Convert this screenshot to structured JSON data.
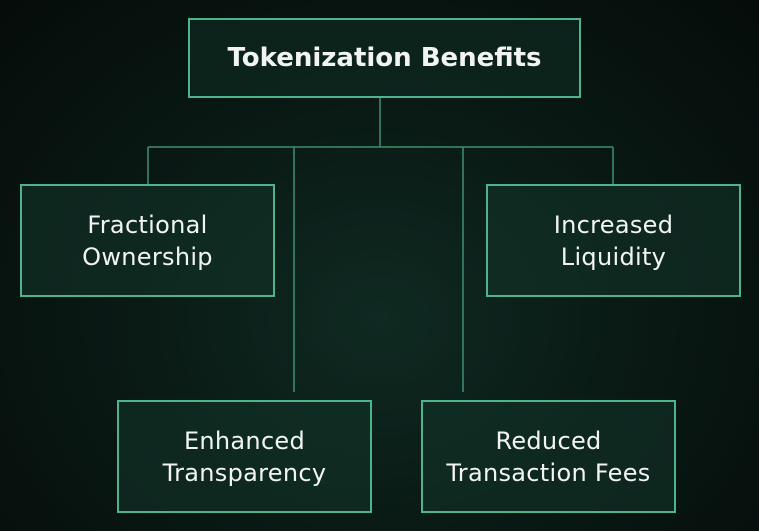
{
  "diagram": {
    "root": {
      "label": "Tokenization Benefits"
    },
    "children": [
      {
        "id": "fractional",
        "label": "Fractional\nOwnership"
      },
      {
        "id": "liquidity",
        "label": "Increased\nLiquidity"
      },
      {
        "id": "transparency",
        "label": "Enhanced\nTransparency"
      },
      {
        "id": "fees",
        "label": "Reduced\nTransaction Fees"
      }
    ],
    "colors": {
      "border": "#4fb48c",
      "connector": "#3f8f72",
      "text": "#f2f4f3",
      "background": "#0a1a15"
    }
  }
}
